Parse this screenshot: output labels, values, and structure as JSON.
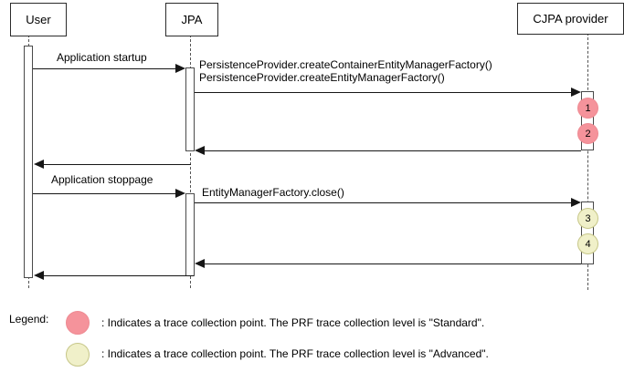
{
  "diagram": {
    "type": "uml-sequence-diagram",
    "actors": [
      {
        "name": "User"
      },
      {
        "name": "JPA"
      },
      {
        "name": "CJPA provider"
      }
    ],
    "messages": [
      {
        "label": "Application startup",
        "from": "User",
        "to": "JPA"
      },
      {
        "label": "PersistenceProvider.createContainerEntityManagerFactory()",
        "from": "JPA",
        "to": "CJPA provider"
      },
      {
        "label": "PersistenceProvider.createEntityManagerFactory()",
        "from": "JPA",
        "to": "CJPA provider"
      },
      {
        "label": "Application stoppage",
        "from": "User",
        "to": "JPA"
      },
      {
        "label": "EntityManagerFactory.close()",
        "from": "JPA",
        "to": "CJPA provider"
      }
    ],
    "returns": [
      {
        "from": "CJPA provider",
        "to": "JPA"
      },
      {
        "from": "JPA",
        "to": "User"
      },
      {
        "from": "CJPA provider",
        "to": "JPA"
      },
      {
        "from": "JPA",
        "to": "User"
      }
    ],
    "trace_points": [
      {
        "number": "1",
        "level": "Standard",
        "fill": "#f5939b",
        "border": "#ee8a92"
      },
      {
        "number": "2",
        "level": "Standard",
        "fill": "#f5939b",
        "border": "#ee8a92"
      },
      {
        "number": "3",
        "level": "Advanced",
        "fill": "#f0f0c9",
        "border": "#c6c687"
      },
      {
        "number": "4",
        "level": "Advanced",
        "fill": "#f0f0c9",
        "border": "#c6c687"
      }
    ]
  },
  "legend": {
    "title": "Legend:",
    "items": [
      {
        "marker_fill": "#f5939b",
        "marker_border": "#ee8a92",
        "text": ": Indicates a trace collection point. The PRF trace collection level is \"Standard\"."
      },
      {
        "marker_fill": "#f0f0c9",
        "marker_border": "#c6c687",
        "text": ": Indicates a trace collection point. The PRF trace collection level is \"Advanced\"."
      }
    ]
  }
}
